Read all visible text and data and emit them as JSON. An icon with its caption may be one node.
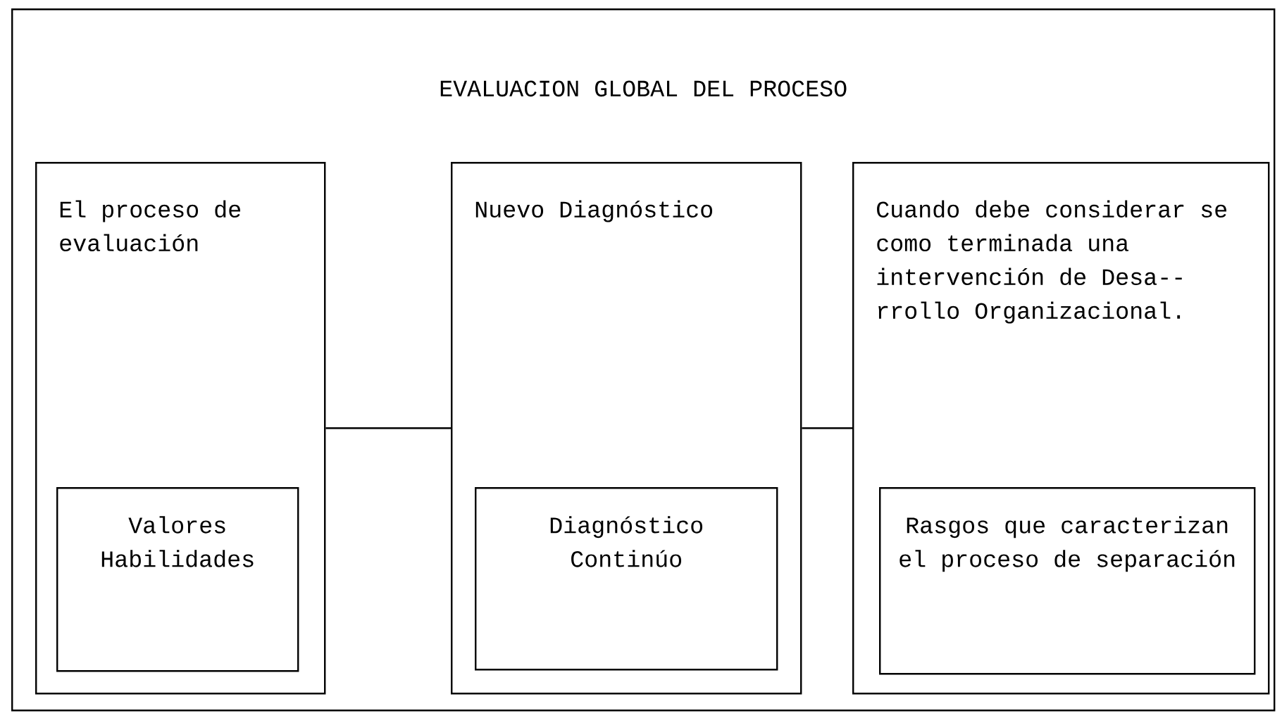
{
  "diagram": {
    "nodes": [
      {
        "text": [
          "EVALUACION GLOBAL DEL PROCESO"
        ]
      },
      {
        "text": [
          "El proceso de evaluación"
        ],
        "in": 0
      },
      {
        "text": [
          "Valores Habilidades"
        ],
        "in": 1
      },
      {
        "text": [
          "Nuevo Diagnóstico"
        ],
        "in": 0
      },
      {
        "text": [
          "Diagnóstico Continúo"
        ],
        "in": 3
      },
      {
        "text": [
          "Cuando debe considerar se como terminada una intervención de Desa-- rrollo Organizacional."
        ],
        "in": 0
      },
      {
        "text": [
          "Rasgos que caracterizan el proceso de separación"
        ],
        "in": 5
      }
    ],
    "edges": [
      {
        "from": 1,
        "to": 3,
        "arrow": "none"
      },
      {
        "from": 3,
        "to": 5,
        "arrow": "none"
      }
    ]
  }
}
